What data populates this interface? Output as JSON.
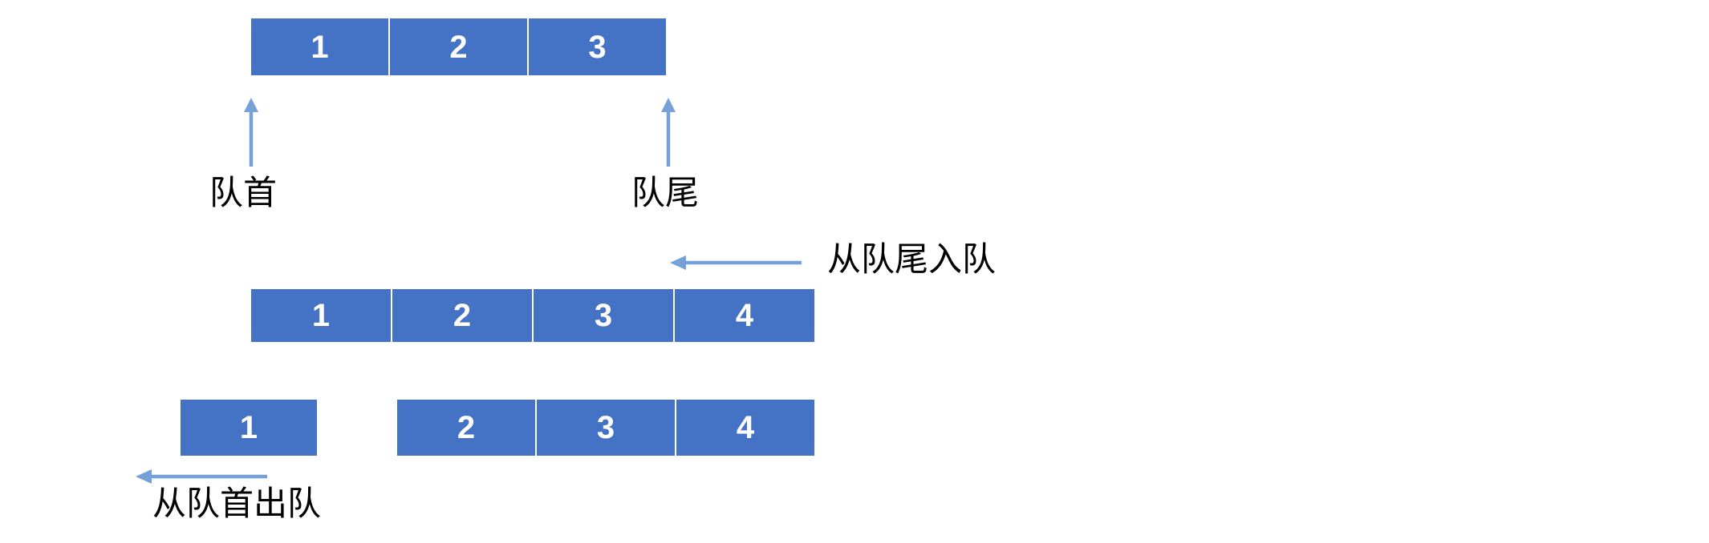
{
  "colors": {
    "box_fill": "#4472C4",
    "box_divider": "#FFFFFF",
    "cell_text": "#FFFFFF",
    "arrow": "#75A1D8",
    "label_text": "#000000",
    "background": "#FFFFFF"
  },
  "diagram": {
    "type": "queue-operations",
    "initial_queue": {
      "cells": [
        "1",
        "2",
        "3"
      ],
      "front_label": "队首",
      "rear_label": "队尾"
    },
    "enqueue_step": {
      "cells": [
        "1",
        "2",
        "3",
        "4"
      ],
      "action_label": "从队尾入队"
    },
    "dequeue_step": {
      "removed_cell": "1",
      "remaining_cells": [
        "2",
        "3",
        "4"
      ],
      "action_label": "从队首出队"
    }
  }
}
